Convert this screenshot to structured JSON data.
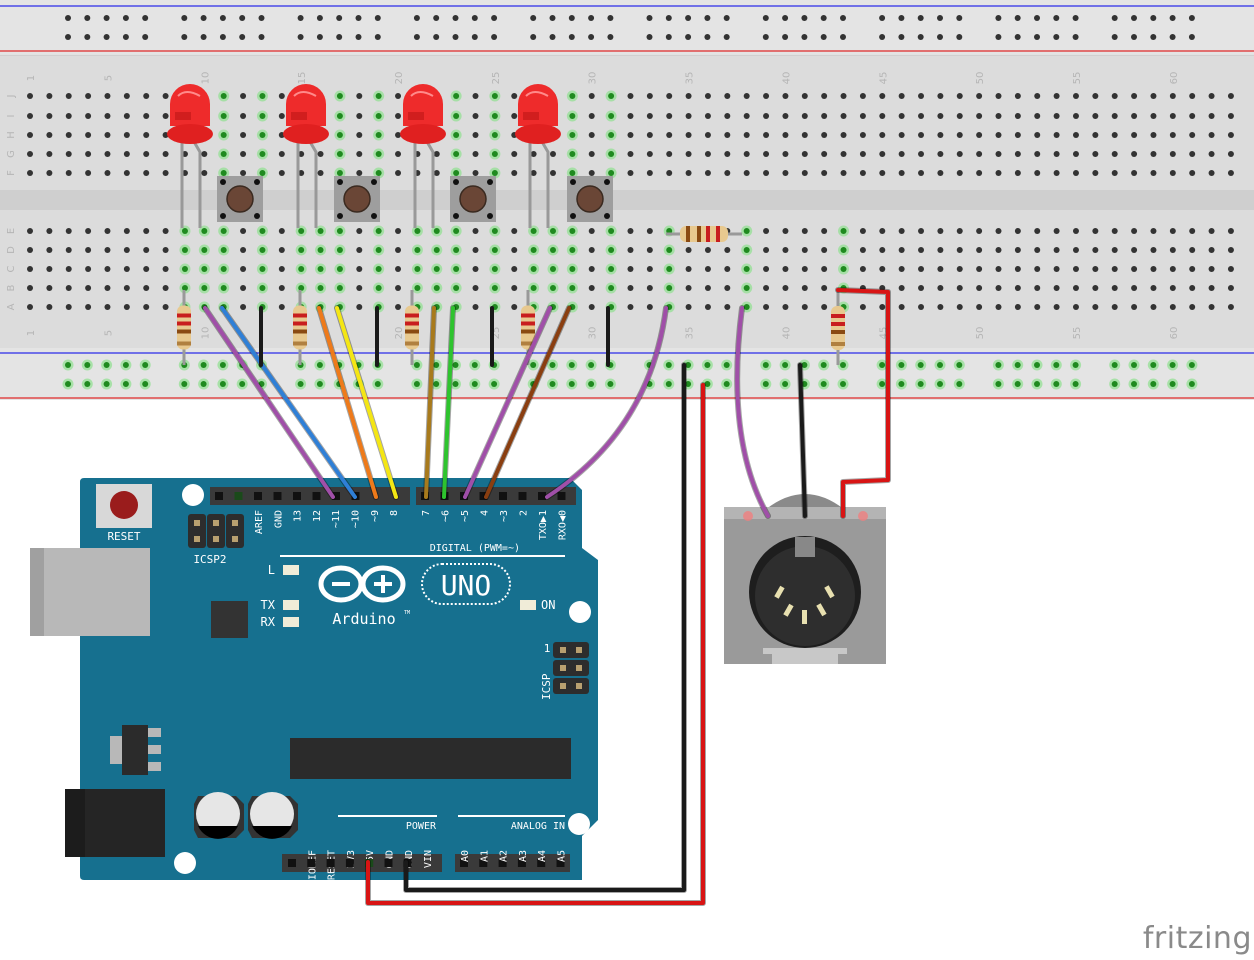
{
  "app": {
    "name": "Fritzing",
    "watermark": "fritzing"
  },
  "colors": {
    "breadboard": "#dcdcdc",
    "breadboard_rail": "#e6e6e6",
    "rail_blue": "#4a4ae8",
    "rail_red": "#e04848",
    "hole": "#333333",
    "hole_connected": "#3cbd3c",
    "arduino_board": "#16708f",
    "arduino_text": "#ffffff",
    "led": "#ee2b2b",
    "button_body": "#9a9a9a",
    "button_cap": "#6e4a3a",
    "resistor_body": "#e8c98f",
    "din_body": "#9a9a9a"
  },
  "breadboard": {
    "row_labels_top": [
      "J",
      "I",
      "H",
      "G",
      "F"
    ],
    "row_labels_bottom": [
      "E",
      "D",
      "C",
      "B",
      "A"
    ],
    "column_numbers": [
      "1",
      "5",
      "10",
      "15",
      "20",
      "25",
      "30",
      "35",
      "40",
      "45",
      "50",
      "55",
      "60"
    ]
  },
  "arduino": {
    "model": "UNO",
    "brand": "Arduino",
    "trademark": "TM",
    "reset_label": "RESET",
    "icsp2_label": "ICSP2",
    "icsp_label": "ICSP",
    "icsp_pin1": "1",
    "led_labels": {
      "l": "L",
      "tx": "TX",
      "rx": "RX",
      "on": "ON"
    },
    "digital_header_label": "DIGITAL (PWM=~)",
    "digital_pins_left": [
      "AREF",
      "GND",
      "13",
      "12",
      "~11",
      "~10",
      "~9",
      "8"
    ],
    "digital_pins_right": [
      "7",
      "~6",
      "~5",
      "4",
      "~3",
      "2",
      "TXO▶1",
      "RXO◀0"
    ],
    "power_header_label": "POWER",
    "power_pins": [
      "IOREF",
      "RESET",
      "3V3",
      "5V",
      "GND",
      "GND",
      "VIN"
    ],
    "analog_header_label": "ANALOG IN",
    "analog_pins": [
      "A0",
      "A1",
      "A2",
      "A3",
      "A4",
      "A5"
    ]
  },
  "components": {
    "leds": [
      {
        "name": "LED 1",
        "color": "red"
      },
      {
        "name": "LED 2",
        "color": "red"
      },
      {
        "name": "LED 3",
        "color": "red"
      },
      {
        "name": "LED 4",
        "color": "red"
      }
    ],
    "pushbuttons": [
      {
        "name": "Button 1"
      },
      {
        "name": "Button 2"
      },
      {
        "name": "Button 3"
      },
      {
        "name": "Button 4"
      }
    ],
    "resistors": [
      {
        "name": "R LED1"
      },
      {
        "name": "R LED2"
      },
      {
        "name": "R LED3"
      },
      {
        "name": "R LED4"
      },
      {
        "name": "R MIDI TX"
      },
      {
        "name": "R MIDI 5V"
      }
    ],
    "midi_connector": {
      "name": "MIDI DIN-5 Jack"
    }
  },
  "wires": [
    {
      "from": "LED1",
      "to": "~11",
      "color": "#a04fa8"
    },
    {
      "from": "Button1",
      "to": "~10",
      "color": "#2f7fd6"
    },
    {
      "from": "LED2",
      "to": "~9",
      "color": "#ee7a1a"
    },
    {
      "from": "Button2",
      "to": "8",
      "color": "#f4e614"
    },
    {
      "from": "LED3",
      "to": "7",
      "color": "#a87a1c"
    },
    {
      "from": "Button3",
      "to": "~6",
      "color": "#2ec42e"
    },
    {
      "from": "LED4",
      "to": "~5",
      "color": "#a04fa8"
    },
    {
      "from": "Button4",
      "to": "4",
      "color": "#8a3e10"
    },
    {
      "from": "MIDI resistor",
      "to": "TXO 1",
      "color": "#a04fa8"
    },
    {
      "from": "GND rail",
      "to": "GND",
      "color": "#1a1a1a"
    },
    {
      "from": "5V rail",
      "to": "5V",
      "color": "#d81414"
    },
    {
      "from": "MIDI pin",
      "to": "resistor",
      "color": "#a04fa8"
    },
    {
      "from": "MIDI pin",
      "to": "GND rail",
      "color": "#1a1a1a"
    },
    {
      "from": "MIDI pin",
      "to": "5V resistor",
      "color": "#d81414"
    }
  ]
}
